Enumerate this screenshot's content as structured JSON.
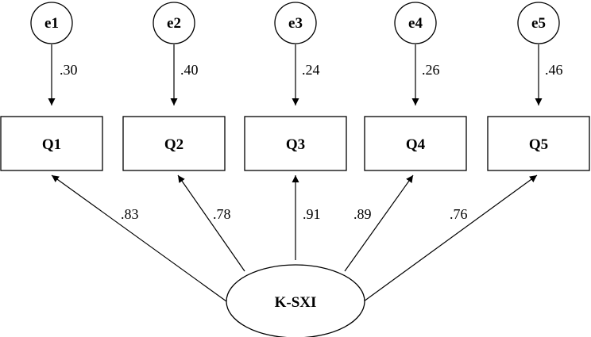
{
  "diagram": {
    "latent": {
      "id": "ksxi",
      "label": "K-SXI"
    },
    "items": [
      {
        "id": "q1",
        "label": "Q1",
        "error_label": "e1",
        "error_loading": ".30",
        "factor_loading": ".83"
      },
      {
        "id": "q2",
        "label": "Q2",
        "error_label": "e2",
        "error_loading": ".40",
        "factor_loading": ".78"
      },
      {
        "id": "q3",
        "label": "Q3",
        "error_label": "e3",
        "error_loading": ".24",
        "factor_loading": ".91"
      },
      {
        "id": "q4",
        "label": "Q4",
        "error_label": "e4",
        "error_loading": ".26",
        "factor_loading": ".89"
      },
      {
        "id": "q5",
        "label": "Q5",
        "error_label": "e5",
        "error_loading": ".46",
        "factor_loading": ".76"
      }
    ],
    "colors": {
      "stroke": "#000000",
      "fill": "#ffffff"
    }
  }
}
